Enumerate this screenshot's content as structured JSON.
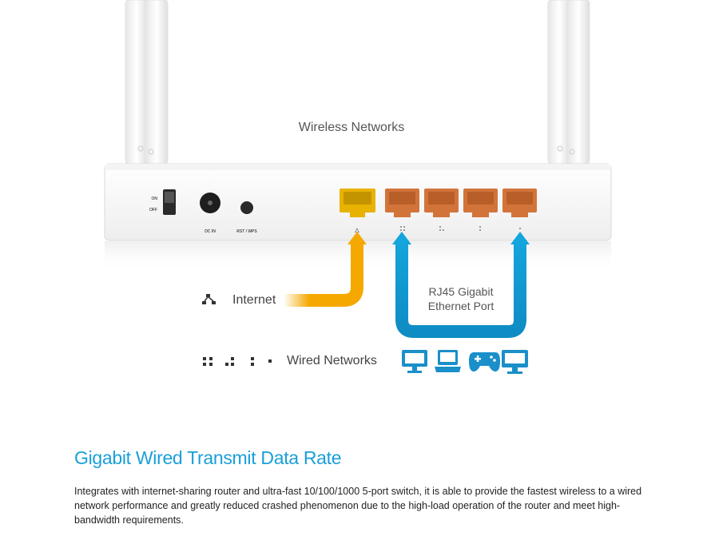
{
  "diagram": {
    "wireless_title": "Wireless Networks",
    "internet_label": "Internet",
    "wired_label": "Wired Networks",
    "rj45_label_line1": "RJ45 Gigabit",
    "rj45_label_line2": "Ethernet Port",
    "switch_on": "ON",
    "switch_off": "OFF",
    "dc_label": "DC IN",
    "rst_label": "RST / WPS",
    "colors": {
      "wan_cable": "#f5a800",
      "lan_cable": "#14a5dc",
      "wan_port": "#e8b200",
      "lan_port": "#d2743a",
      "device_icon": "#1a8fc9"
    },
    "devices": [
      "desktop-icon",
      "laptop-icon",
      "gamepad-icon",
      "monitor-icon"
    ]
  },
  "section": {
    "heading": "Gigabit Wired Transmit Data Rate",
    "body": "Integrates with internet-sharing router and ultra-fast 10/100/1000 5-port switch,  it is able to provide the fastest wireless to a wired network performance and greatly reduced crashed phenomenon due to the high-load operation of the router and meet high-bandwidth requirements."
  }
}
